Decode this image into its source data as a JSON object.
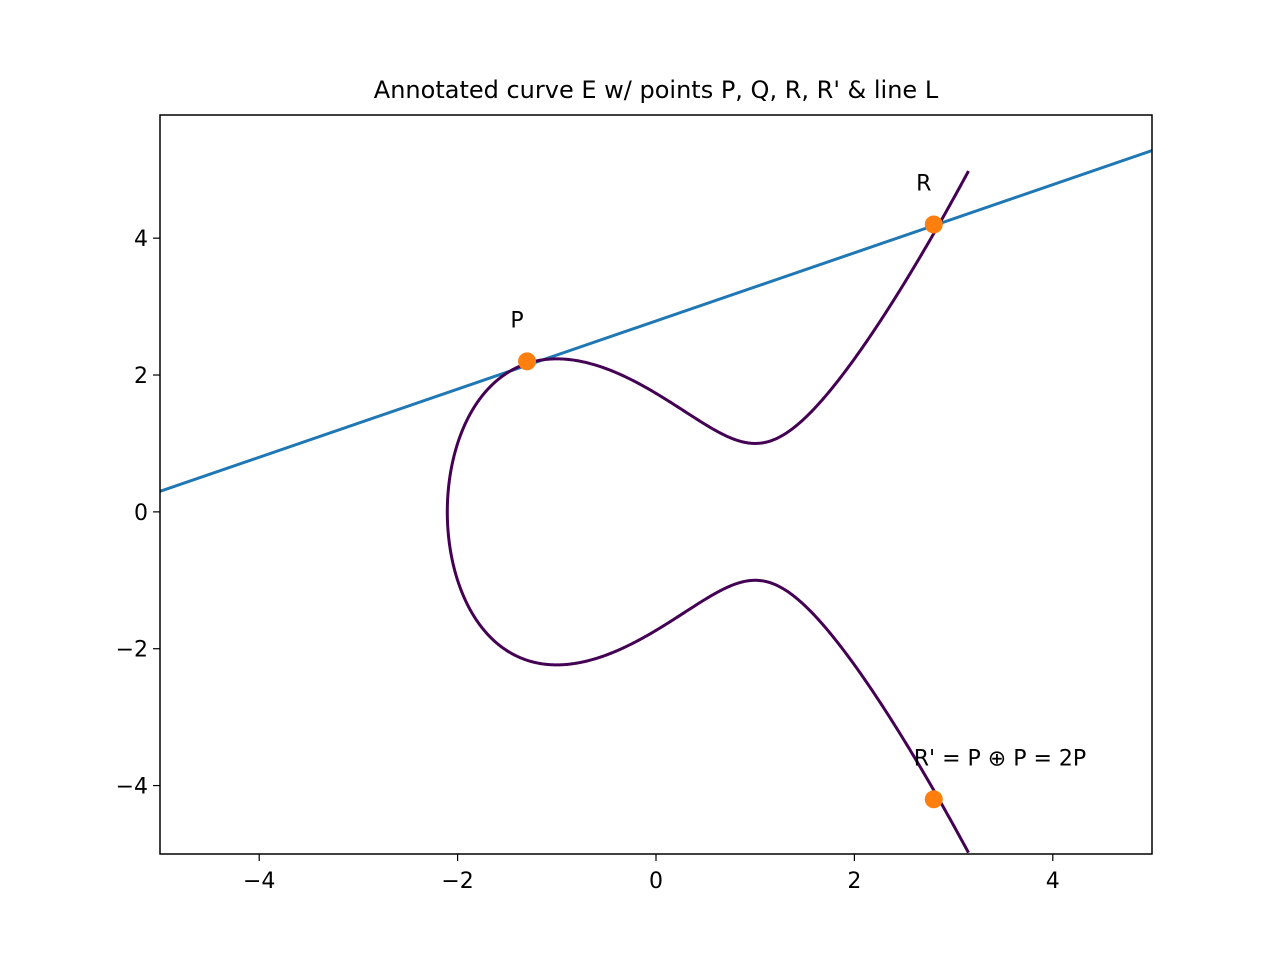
{
  "chart_data": {
    "type": "line",
    "title": "Annotated curve E w/ points P, Q, R, R' & line L",
    "xlabel": "",
    "ylabel": "",
    "xlim": [
      -5,
      5
    ],
    "ylim": [
      -5,
      5.8
    ],
    "xticks": [
      -4,
      -2,
      0,
      2,
      4
    ],
    "yticks": [
      -4,
      -2,
      0,
      2,
      4
    ],
    "grid": false,
    "curve": {
      "equation": "y^2 = x^3 - 3x + 3",
      "color": "#440154",
      "x_max": 3.15
    },
    "line": {
      "color": "#1f77b4",
      "x": [
        -5,
        5
      ],
      "y": [
        0.3,
        5.28
      ]
    },
    "points": {
      "color": "#ff7f0e",
      "items": [
        {
          "label": "P",
          "x": -1.3,
          "y": 2.2
        },
        {
          "label": "R",
          "x": 2.8,
          "y": 4.2
        },
        {
          "label": "R' = P ⊕ P = 2P",
          "x": 2.8,
          "y": -4.2
        }
      ]
    }
  }
}
